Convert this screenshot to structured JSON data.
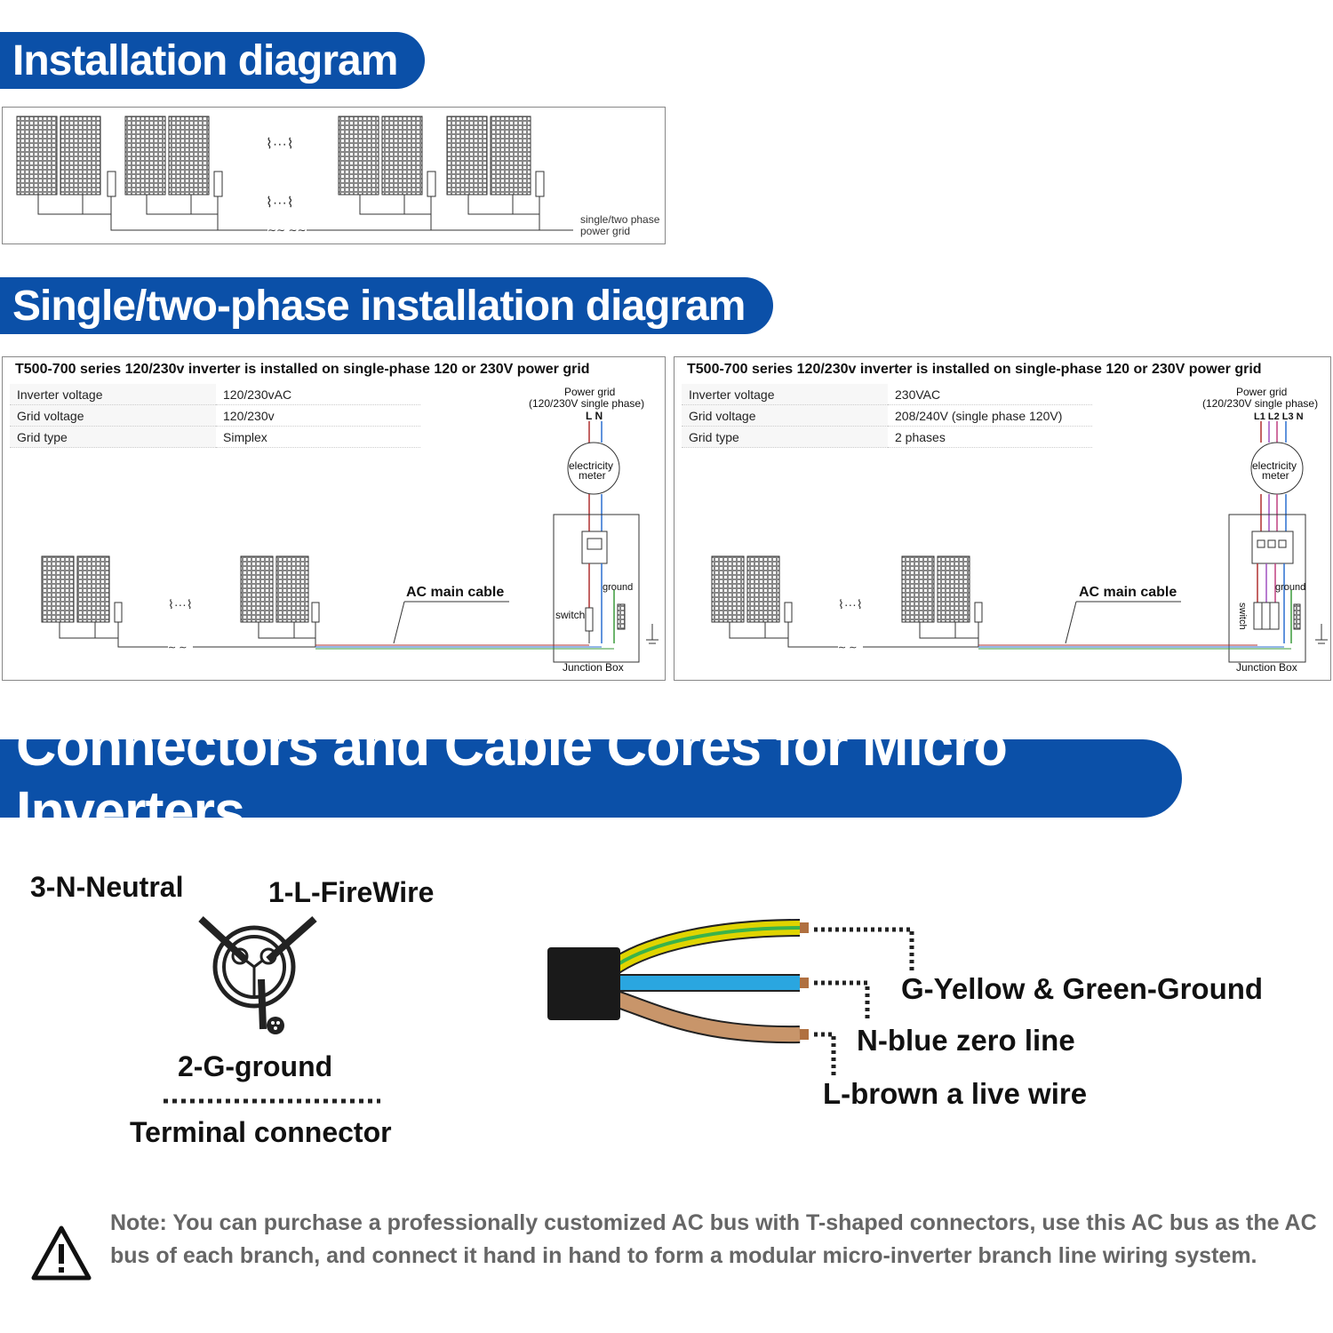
{
  "banners": {
    "installation": "Installation diagram",
    "phase": "Single/two-phase installation diagram",
    "connectors": "Connectors and Cable Cores for Micro Inverters"
  },
  "installation_diagram": {
    "grid_label_line1": "single/two phase",
    "grid_label_line2": "power grid",
    "continuation": "⌇···⌇"
  },
  "phase_panels": [
    {
      "title": "T500-700 series 120/230v inverter is installed on single-phase 120 or 230V power grid",
      "specs": [
        {
          "key": "Inverter voltage",
          "value": "120/230vAC"
        },
        {
          "key": "Grid voltage",
          "value": "120/230v"
        },
        {
          "key": "Grid type",
          "value": "Simplex"
        }
      ],
      "power_grid_line1": "Power grid",
      "power_grid_line2": "(120/230V single phase)",
      "phase_labels": "L N",
      "meter_line1": "electricity",
      "meter_line2": "meter",
      "ac_main_cable": "AC main cable",
      "switch": "switch",
      "ground": "ground",
      "junction_box": "Junction Box"
    },
    {
      "title": "T500-700 series 120/230v inverter is installed on single-phase 120 or 230V power grid",
      "specs": [
        {
          "key": "Inverter voltage",
          "value": "230VAC"
        },
        {
          "key": "Grid voltage",
          "value": "208/240V (single phase 120V)"
        },
        {
          "key": "Grid type",
          "value": "2 phases"
        }
      ],
      "power_grid_line1": "Power grid",
      "power_grid_line2": "(120/230V single phase)",
      "phase_labels": "L1 L2 L3 N",
      "meter_line1": "electricity",
      "meter_line2": "meter",
      "ac_main_cable": "AC main cable",
      "switch": "switch",
      "ground": "ground",
      "junction_box": "Junction Box"
    }
  ],
  "connector": {
    "neutral": "3-N-Neutral",
    "fire": "1-L-FireWire",
    "ground": "2-G-ground",
    "caption": "Terminal connector"
  },
  "cable": {
    "ground": "G-Yellow & Green-Ground",
    "neutral": "N-blue zero line",
    "live": "L-brown a live wire"
  },
  "colors": {
    "banner": "#0b50a8",
    "wire_yellow": "#e0d400",
    "wire_green": "#3bb34a",
    "wire_blue": "#2aa6e0",
    "wire_brown": "#c8956a",
    "cable_jacket": "#1a1a1a"
  },
  "note": "Note: You can purchase a professionally customized AC bus with T-shaped connectors, use this AC bus as the AC bus of each branch, and connect it hand in hand to form a modular micro-inverter branch line wiring system."
}
